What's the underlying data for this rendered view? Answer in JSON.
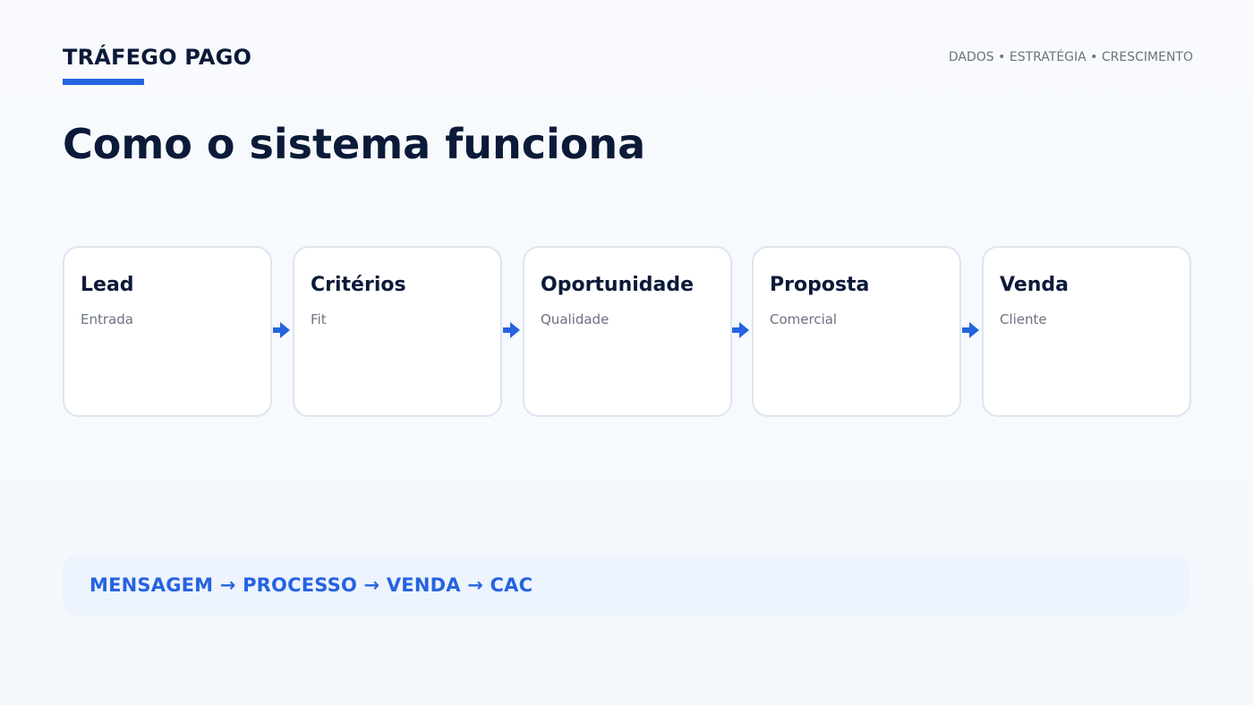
{
  "header": {
    "brand": "TRÁFEGO PAGO",
    "tagline": "DADOS • ESTRATÉGIA • CRESCIMENTO"
  },
  "main": {
    "title": "Como o sistema funciona"
  },
  "flow": {
    "stages": [
      {
        "title": "Lead",
        "subtitle": "Entrada"
      },
      {
        "title": "Critérios",
        "subtitle": "Fit"
      },
      {
        "title": "Oportunidade",
        "subtitle": "Qualidade"
      },
      {
        "title": "Proposta",
        "subtitle": "Comercial"
      },
      {
        "title": "Venda",
        "subtitle": "Cliente"
      }
    ]
  },
  "summary": {
    "text": "MENSAGEM → PROCESSO → VENDA → CAC"
  },
  "colors": {
    "accent": "#2563e0",
    "text_dark": "#0b1a38",
    "text_muted": "#6b7280",
    "card_border": "#dde5ef",
    "summary_bg": "#edf4fe"
  }
}
